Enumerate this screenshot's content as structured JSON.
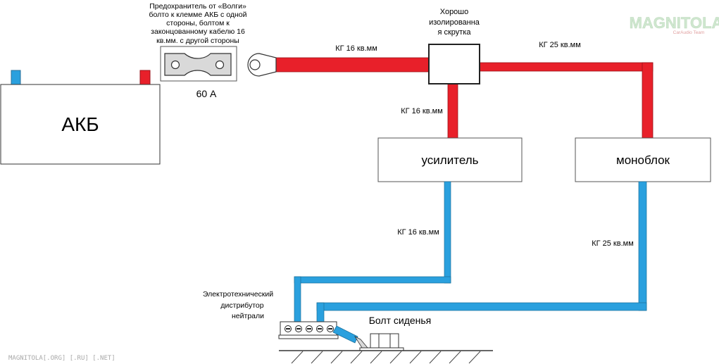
{
  "battery": {
    "label": "АКБ"
  },
  "fuse": {
    "note_lines": [
      "Предохранитель от «Волги»",
      "болто к клемме АКБ с одной",
      "стороны, болтом к",
      "законцованному кабелю 16",
      "кв.мм. с другой стороны"
    ],
    "rating": "60 А"
  },
  "splice": {
    "note_lines": [
      "Хорошо",
      "изолированна",
      "я скрутка"
    ]
  },
  "cables": {
    "fuse_to_splice": "КГ 16 кв.мм",
    "splice_to_monoblock": "КГ 25 кв.мм",
    "splice_to_amplifier": "КГ 16 кв.мм",
    "amplifier_ground": "КГ 16 кв.мм",
    "monoblock_ground": "КГ 25 кв.мм"
  },
  "amplifier": {
    "label": "усилитель"
  },
  "monoblock": {
    "label": "моноблок"
  },
  "distributor": {
    "note_lines": [
      "Электротехнический",
      "дистрибутор",
      "нейтрали"
    ]
  },
  "seat_bolt": {
    "label": "Болт сиденья"
  },
  "watermark": {
    "logo": "MAGNITOLA",
    "logo_sub": "CarAudio Team",
    "footer": "MAGNITOLA[.ORG] [.RU] [.NET]"
  },
  "colors": {
    "positive": "#e8202a",
    "negative": "#2aa0de",
    "outline": "#333333",
    "fuse_fill": "#d9d9d9"
  }
}
